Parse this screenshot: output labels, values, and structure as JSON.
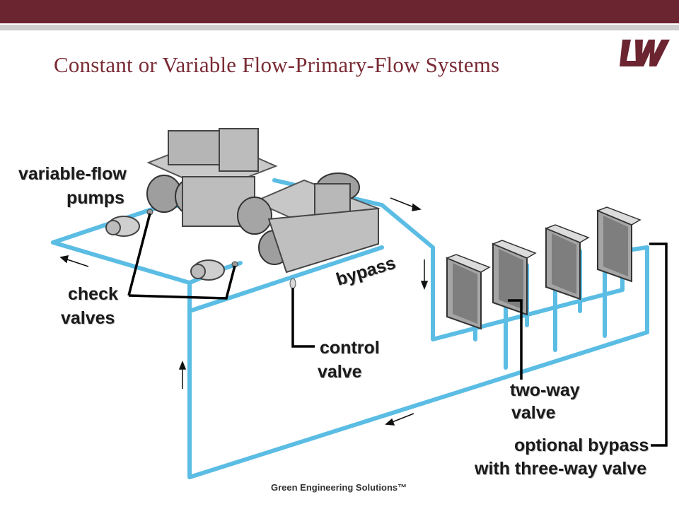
{
  "slide": {
    "title": "Constant or Variable Flow-Primary-Flow Systems",
    "logo_text": "LW",
    "footer": "Green Engineering Solutions™"
  },
  "labels": {
    "variable_flow_pumps_1": "variable-flow",
    "variable_flow_pumps_2": "pumps",
    "check_valves_1": "check",
    "check_valves_2": "valves",
    "bypass": "bypass",
    "control_valve_1": "control",
    "control_valve_2": "valve",
    "two_way_valve_1": "two-way",
    "two_way_valve_2": "valve",
    "optional_bypass_1": "optional bypass",
    "optional_bypass_2": "with three-way valve"
  },
  "colors": {
    "header_bar": "#6b2530",
    "title": "#7a2b35",
    "pipe": "#5bbde4"
  }
}
